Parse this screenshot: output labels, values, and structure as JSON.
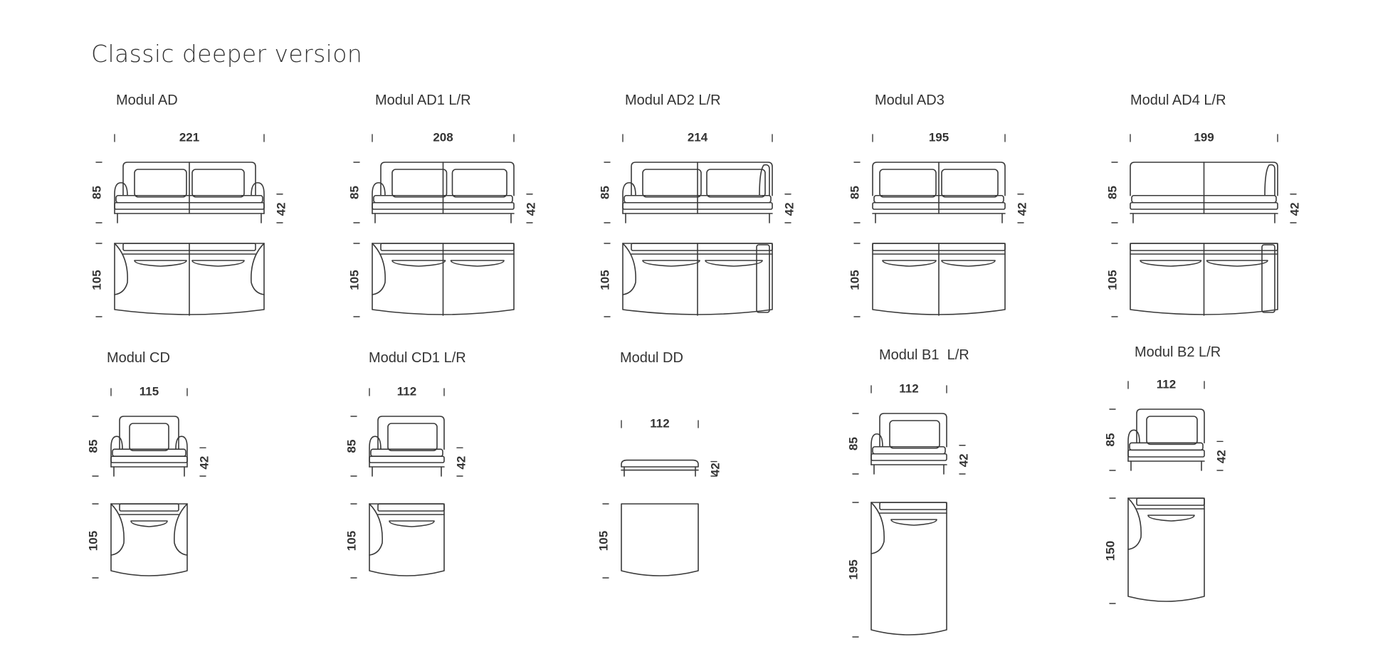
{
  "page": {
    "title": "Classic deeper version"
  },
  "modules": [
    {
      "label": "Modul AD",
      "width": "221",
      "height": "85",
      "seat_height": "42",
      "depth": "105"
    },
    {
      "label": "Modul AD1 L/R",
      "width": "208",
      "height": "85",
      "seat_height": "42",
      "depth": "105"
    },
    {
      "label": "Modul AD2 L/R",
      "width": "214",
      "height": "85",
      "seat_height": "42",
      "depth": "105"
    },
    {
      "label": "Modul AD3",
      "width": "195",
      "height": "85",
      "seat_height": "42",
      "depth": "105"
    },
    {
      "label": "Modul AD4 L/R",
      "width": "199",
      "height": "85",
      "seat_height": "42",
      "depth": "105"
    },
    {
      "label": "Modul CD",
      "width": "115",
      "height": "85",
      "seat_height": "42",
      "depth": "105"
    },
    {
      "label": "Modul CD1 L/R",
      "width": "112",
      "height": "85",
      "seat_height": "42",
      "depth": "105"
    },
    {
      "label": "Modul DD",
      "width": "112",
      "seat_height": "42",
      "depth": "105"
    },
    {
      "label": "Modul B1  L/R",
      "width": "112",
      "height": "85",
      "seat_height": "42",
      "depth": "195"
    },
    {
      "label": "Modul B2 L/R",
      "width": "112",
      "height": "85",
      "seat_height": "42",
      "depth": "150"
    }
  ],
  "colors": {
    "line": "#3a3a3a",
    "text": "#333333"
  }
}
